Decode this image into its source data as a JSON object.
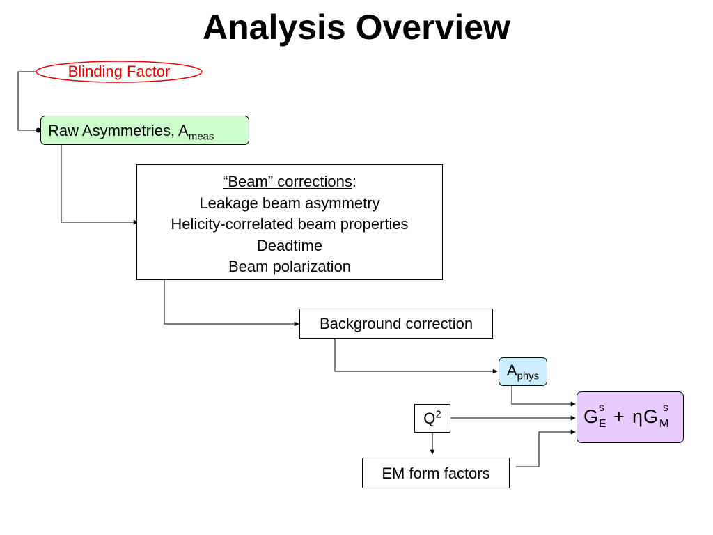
{
  "title": "Analysis Overview",
  "blinding": {
    "label": "Blinding Factor",
    "color": "#e60000"
  },
  "raw": {
    "label": "Raw Asymmetries, A",
    "sub": "meas",
    "fill": "#ccffcc"
  },
  "beam": {
    "heading": "“Beam” corrections",
    "heading_suffix": ":",
    "items": [
      "Leakage beam asymmetry",
      "Helicity-correlated beam properties",
      "Deadtime",
      "Beam polarization"
    ]
  },
  "background": {
    "label": "Background correction"
  },
  "aphys": {
    "label": "A",
    "sub": "phys",
    "fill": "#ccecff"
  },
  "q2": {
    "label": "Q",
    "sup": "2"
  },
  "em": {
    "label": "EM form factors"
  },
  "result": {
    "g1": "G",
    "g1_sup": "s",
    "g1_sub": "E",
    "plus": "+",
    "eta": "η",
    "g2": "G",
    "g2_sup": "s",
    "g2_sub": "M",
    "fill": "#e8ccff"
  }
}
